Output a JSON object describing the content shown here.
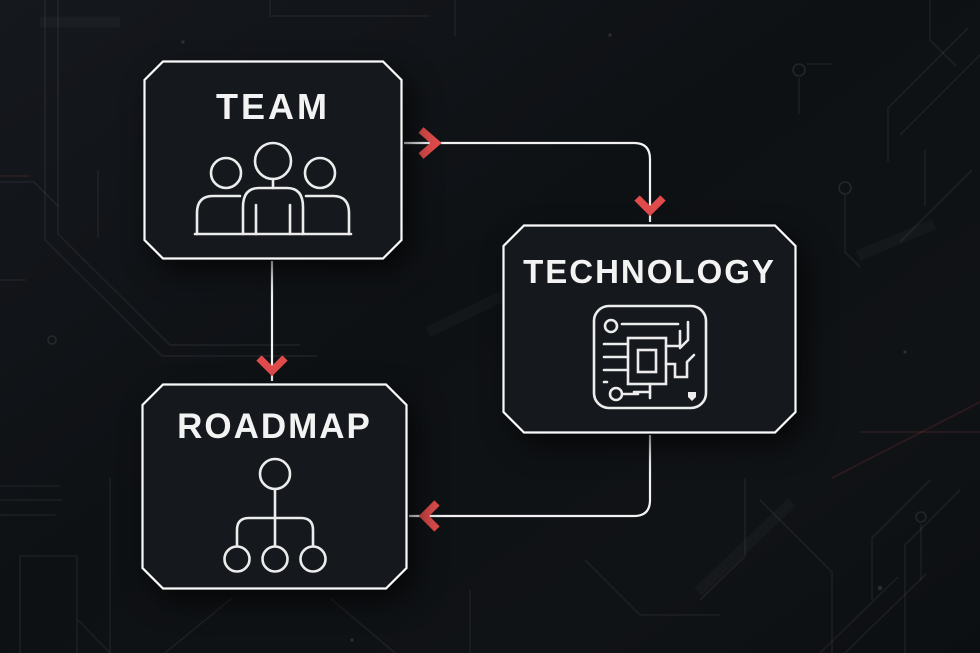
{
  "diagram": {
    "type": "flowchart",
    "background_style": "dark-circuit-board",
    "theme": {
      "background": "#0e1114",
      "node_fill": "#15181d",
      "node_border": "#fafafa",
      "label_color": "#f3f3f3",
      "icon_color": "#ececec",
      "connector_color": "#f2f2f2",
      "arrowhead_color": "#e04c4c"
    },
    "nodes": [
      {
        "id": "team",
        "label": "TEAM",
        "icon": "team-people-icon"
      },
      {
        "id": "technology",
        "label": "TECHNOLOGY",
        "icon": "circuit-chip-icon"
      },
      {
        "id": "roadmap",
        "label": "ROADMAP",
        "icon": "hierarchy-org-icon"
      }
    ],
    "edges": [
      {
        "from": "TEAM",
        "to": "TECHNOLOGY",
        "style": "elbow-right-then-down",
        "arrow_color": "#e04c4c"
      },
      {
        "from": "TEAM",
        "to": "ROADMAP",
        "style": "straight-down",
        "arrow_color": "#e04c4c"
      },
      {
        "from": "TECHNOLOGY",
        "to": "ROADMAP",
        "style": "elbow-down-then-left",
        "arrow_color": "#e04c4c"
      }
    ]
  }
}
